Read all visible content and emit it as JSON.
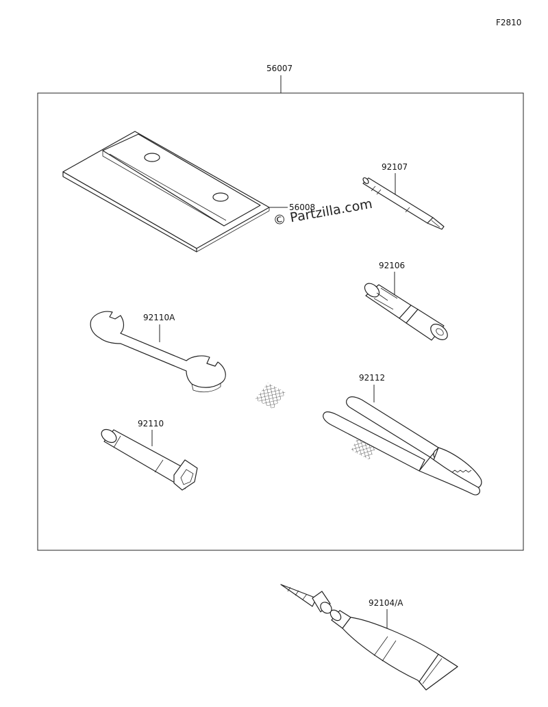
{
  "figure_code": "F2810",
  "watermark": "© Partzilla.com",
  "parts": {
    "kit": "56007",
    "bag": "56008",
    "screwdriver": "92107",
    "handle": "92106",
    "wrench": "92110A",
    "plug_wrench": "92110",
    "pliers": "92112",
    "repair_kit": "92104/A"
  }
}
